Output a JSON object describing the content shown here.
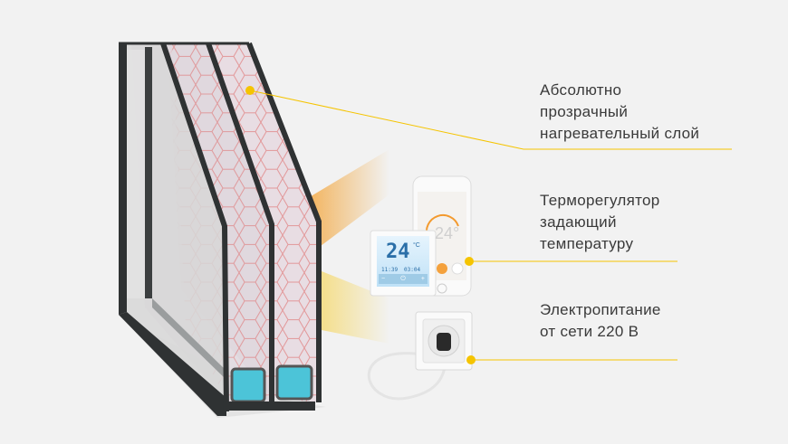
{
  "colors": {
    "background": "#f2f2f2",
    "accent_line": "#f5c400",
    "frame": "#2f3233",
    "heating_grid": "#e07a7a"
  },
  "callouts": [
    {
      "lines": [
        "Абсолютно",
        "прозрачный",
        "нагревательный слой"
      ],
      "icon": "dot-marker"
    },
    {
      "lines": [
        "Терморегулятор",
        "задающий",
        "температуру"
      ],
      "icon": "dot-marker"
    },
    {
      "lines": [
        "Электропитание",
        "от сети 220 В"
      ],
      "icon": "dot-marker"
    }
  ],
  "thermostat": {
    "temperature": "24",
    "unit": "°C",
    "time": "11:39",
    "date": "03:04",
    "buttons": [
      "−",
      "⏻",
      "+"
    ]
  },
  "phone": {
    "temperature": "24°"
  }
}
